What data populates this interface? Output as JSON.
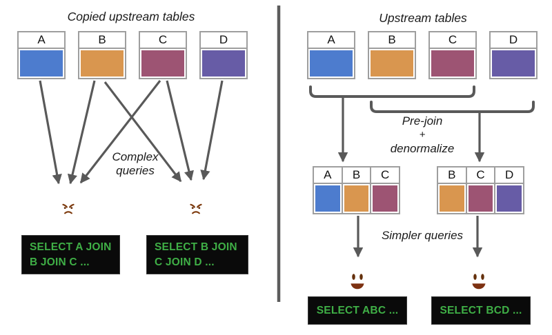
{
  "left_panel": {
    "title": "Copied upstream tables",
    "tables": [
      {
        "label": "A",
        "color": "#4d7cce"
      },
      {
        "label": "B",
        "color": "#d9964f"
      },
      {
        "label": "C",
        "color": "#9d5473"
      },
      {
        "label": "D",
        "color": "#675ca6"
      }
    ],
    "queries_label_line1": "Complex",
    "queries_label_line2": "queries",
    "emoji": "angry-face",
    "query_boxes": [
      {
        "line1": "SELECT A JOIN",
        "line2": "B JOIN C ..."
      },
      {
        "line1": "SELECT B JOIN",
        "line2": "C JOIN D ..."
      }
    ]
  },
  "right_panel": {
    "title": "Upstream tables",
    "tables": [
      {
        "label": "A",
        "color": "#4d7cce"
      },
      {
        "label": "B",
        "color": "#d9964f"
      },
      {
        "label": "C",
        "color": "#9d5473"
      },
      {
        "label": "D",
        "color": "#675ca6"
      }
    ],
    "transform_label": {
      "line1": "Pre-join",
      "line2": "+",
      "line3": "denormalize"
    },
    "joined_tables": [
      {
        "columns": [
          {
            "label": "A",
            "color": "#4d7cce"
          },
          {
            "label": "B",
            "color": "#d9964f"
          },
          {
            "label": "C",
            "color": "#9d5473"
          }
        ]
      },
      {
        "columns": [
          {
            "label": "B",
            "color": "#d9964f"
          },
          {
            "label": "C",
            "color": "#9d5473"
          },
          {
            "label": "D",
            "color": "#675ca6"
          }
        ]
      }
    ],
    "queries_label": "Simpler queries",
    "emoji": "grinning-face",
    "query_boxes": [
      {
        "text": "SELECT ABC ..."
      },
      {
        "text": "SELECT BCD ..."
      }
    ]
  },
  "colors": {
    "table_blue": "#4d7cce",
    "table_orange": "#d9964f",
    "table_maroon": "#9d5473",
    "table_purple": "#675ca6",
    "table_border_gray": "#9e9e9e",
    "arrow_gray": "#595959",
    "divider_gray": "#5c5c5c",
    "query_box_bg": "#0a0a0a",
    "query_text_green": "#3faf46"
  }
}
